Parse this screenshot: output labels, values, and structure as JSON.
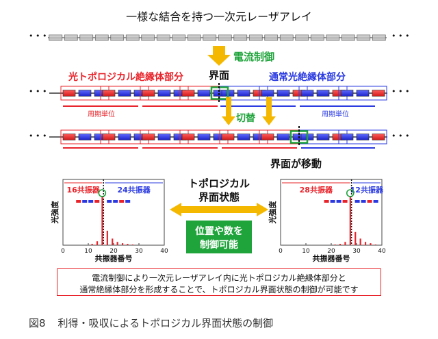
{
  "title": "一様な結合を持つ一次元レーザアレイ",
  "labels": {
    "current_control": "電流制御",
    "interface": "界面",
    "topo_part": "光トポロジカル絶縁体部分",
    "normal_part": "通常光絶縁体部分",
    "unit_cell_left": "周期単位",
    "unit_cell_right": "周期単位",
    "switch": "切替",
    "interface_moves": "界面が移動",
    "topo_state_line1": "トポロジカル",
    "topo_state_line2": "界面状態",
    "controllable_line1": "位置や数を",
    "controllable_line2": "制御可能"
  },
  "ellipsis": "• • •",
  "chart_data": [
    {
      "type": "bar",
      "xlabel": "共振器番号",
      "ylabel": "光強度",
      "xticks": [
        "0",
        "10",
        "20",
        "30",
        "40"
      ],
      "xlim": [
        0,
        40
      ],
      "ylim": [
        0,
        1
      ],
      "boundary_x": 16,
      "left_label": "16共振器",
      "right_label": "24共振器",
      "peak_x": 16,
      "x": [
        1,
        2,
        3,
        4,
        5,
        6,
        7,
        8,
        9,
        10,
        11,
        12,
        13,
        14,
        15,
        16,
        17,
        18,
        19,
        20,
        21,
        22,
        23,
        24,
        25,
        26,
        27,
        28,
        29,
        30,
        31,
        32,
        33,
        34,
        35,
        36,
        37,
        38,
        39,
        40
      ],
      "values": [
        0,
        0,
        0,
        0,
        0,
        0,
        0,
        0,
        0,
        0,
        0,
        0.02,
        0,
        0.06,
        0,
        0.75,
        0,
        0.22,
        0,
        0.1,
        0,
        0.05,
        0,
        0.03,
        0,
        0.02,
        0,
        0.01,
        0,
        0,
        0,
        0,
        0,
        0,
        0,
        0,
        0,
        0,
        0,
        0
      ]
    },
    {
      "type": "bar",
      "xlabel": "共振器番号",
      "ylabel": "光強度",
      "xticks": [
        "0",
        "10",
        "20",
        "30",
        "40"
      ],
      "xlim": [
        0,
        40
      ],
      "ylim": [
        0,
        1
      ],
      "boundary_x": 28,
      "left_label": "28共振器",
      "right_label": "12共振器",
      "peak_x": 28,
      "x": [
        1,
        2,
        3,
        4,
        5,
        6,
        7,
        8,
        9,
        10,
        11,
        12,
        13,
        14,
        15,
        16,
        17,
        18,
        19,
        20,
        21,
        22,
        23,
        24,
        25,
        26,
        27,
        28,
        29,
        30,
        31,
        32,
        33,
        34,
        35,
        36,
        37,
        38,
        39,
        40
      ],
      "values": [
        0,
        0,
        0,
        0,
        0,
        0,
        0,
        0,
        0,
        0,
        0,
        0,
        0,
        0,
        0,
        0,
        0,
        0,
        0,
        0,
        0,
        0.01,
        0,
        0.02,
        0,
        0.05,
        0,
        0.75,
        0,
        0.2,
        0,
        0.1,
        0,
        0.05,
        0,
        0.03,
        0,
        0.01,
        0,
        0
      ]
    }
  ],
  "colors": {
    "red": "#e8232a",
    "blue": "#2a3ae0",
    "green": "#1fa43b",
    "arrow_orange": "#f5b800",
    "gray_ring": "#b8b8b8"
  },
  "caption": {
    "line1": "電流制御により一次元レーザアレイ内に光トポロジカル絶縁体部分と",
    "line2": "通常絶縁体部分を形成することで、トポロジカル界面状態の制御が可能です"
  },
  "figure": {
    "number": "図8",
    "title": "利得・吸収によるトポロジカル界面状態の制御"
  }
}
